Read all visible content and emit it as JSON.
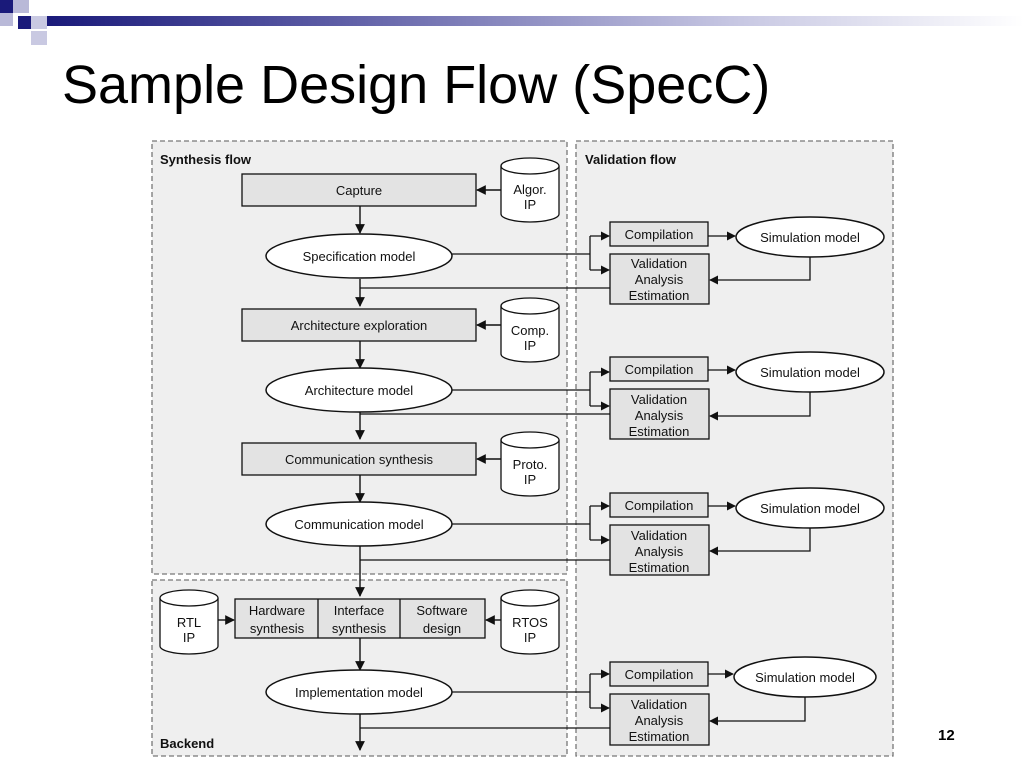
{
  "slide": {
    "title": "Sample Design Flow (SpecC)",
    "page_number": "12"
  },
  "regions": {
    "synthesis": "Synthesis flow",
    "validation": "Validation flow",
    "backend": "Backend"
  },
  "steps": {
    "capture": "Capture",
    "architecture_exploration": "Architecture exploration",
    "communication_synthesis": "Communication synthesis",
    "hardware_synthesis": [
      "Hardware",
      "synthesis"
    ],
    "interface_synthesis": [
      "Interface",
      "synthesis"
    ],
    "software_design": [
      "Software",
      "design"
    ]
  },
  "models": {
    "specification": "Specification model",
    "architecture": "Architecture model",
    "communication": "Communication model",
    "implementation": "Implementation model"
  },
  "ip_libraries": {
    "algor": [
      "Algor.",
      "IP"
    ],
    "comp": [
      "Comp.",
      "IP"
    ],
    "proto": [
      "Proto.",
      "IP"
    ],
    "rtl": [
      "RTL",
      "IP"
    ],
    "rtos": [
      "RTOS",
      "IP"
    ]
  },
  "validation": {
    "compilation": "Compilation",
    "simulation_model": "Simulation model",
    "validation_lines": [
      "Validation",
      "Analysis",
      "Estimation"
    ]
  },
  "colors": {
    "accent_navy": "#1a1a7a",
    "region_fill": "#efefef",
    "box_fill": "#e3e3e3"
  }
}
